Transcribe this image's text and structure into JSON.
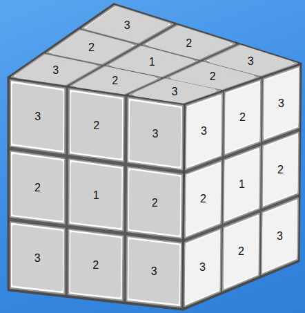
{
  "diagram": {
    "labels": [
      "3",
      "2",
      "3",
      "2",
      "1",
      "2",
      "3",
      "2",
      "3",
      "3",
      "2",
      "3",
      "2",
      "1",
      "2",
      "3",
      "2",
      "3",
      "3",
      "2",
      "3",
      "2",
      "1",
      "2",
      "3",
      "2",
      "3"
    ]
  }
}
